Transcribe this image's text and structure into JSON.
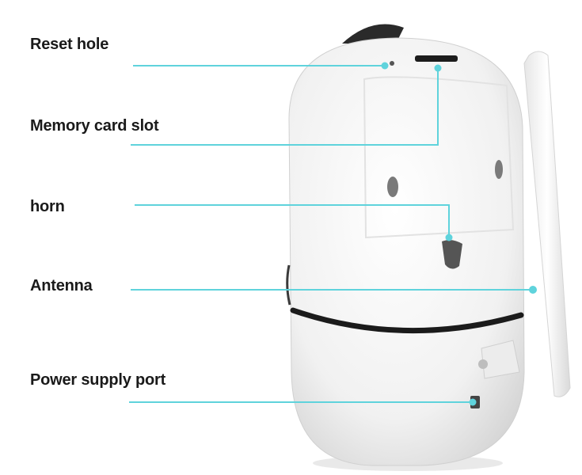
{
  "colors": {
    "leader_line": "#5fd3dc",
    "camera_body": "#f4f4f4",
    "camera_shadow": "#dcdcdc",
    "band": "#1b1b1b"
  },
  "callouts": [
    {
      "label": "Reset hole"
    },
    {
      "label": "Memory card slot"
    },
    {
      "label": "horn"
    },
    {
      "label": "Antenna"
    },
    {
      "label": "Power supply port"
    }
  ]
}
